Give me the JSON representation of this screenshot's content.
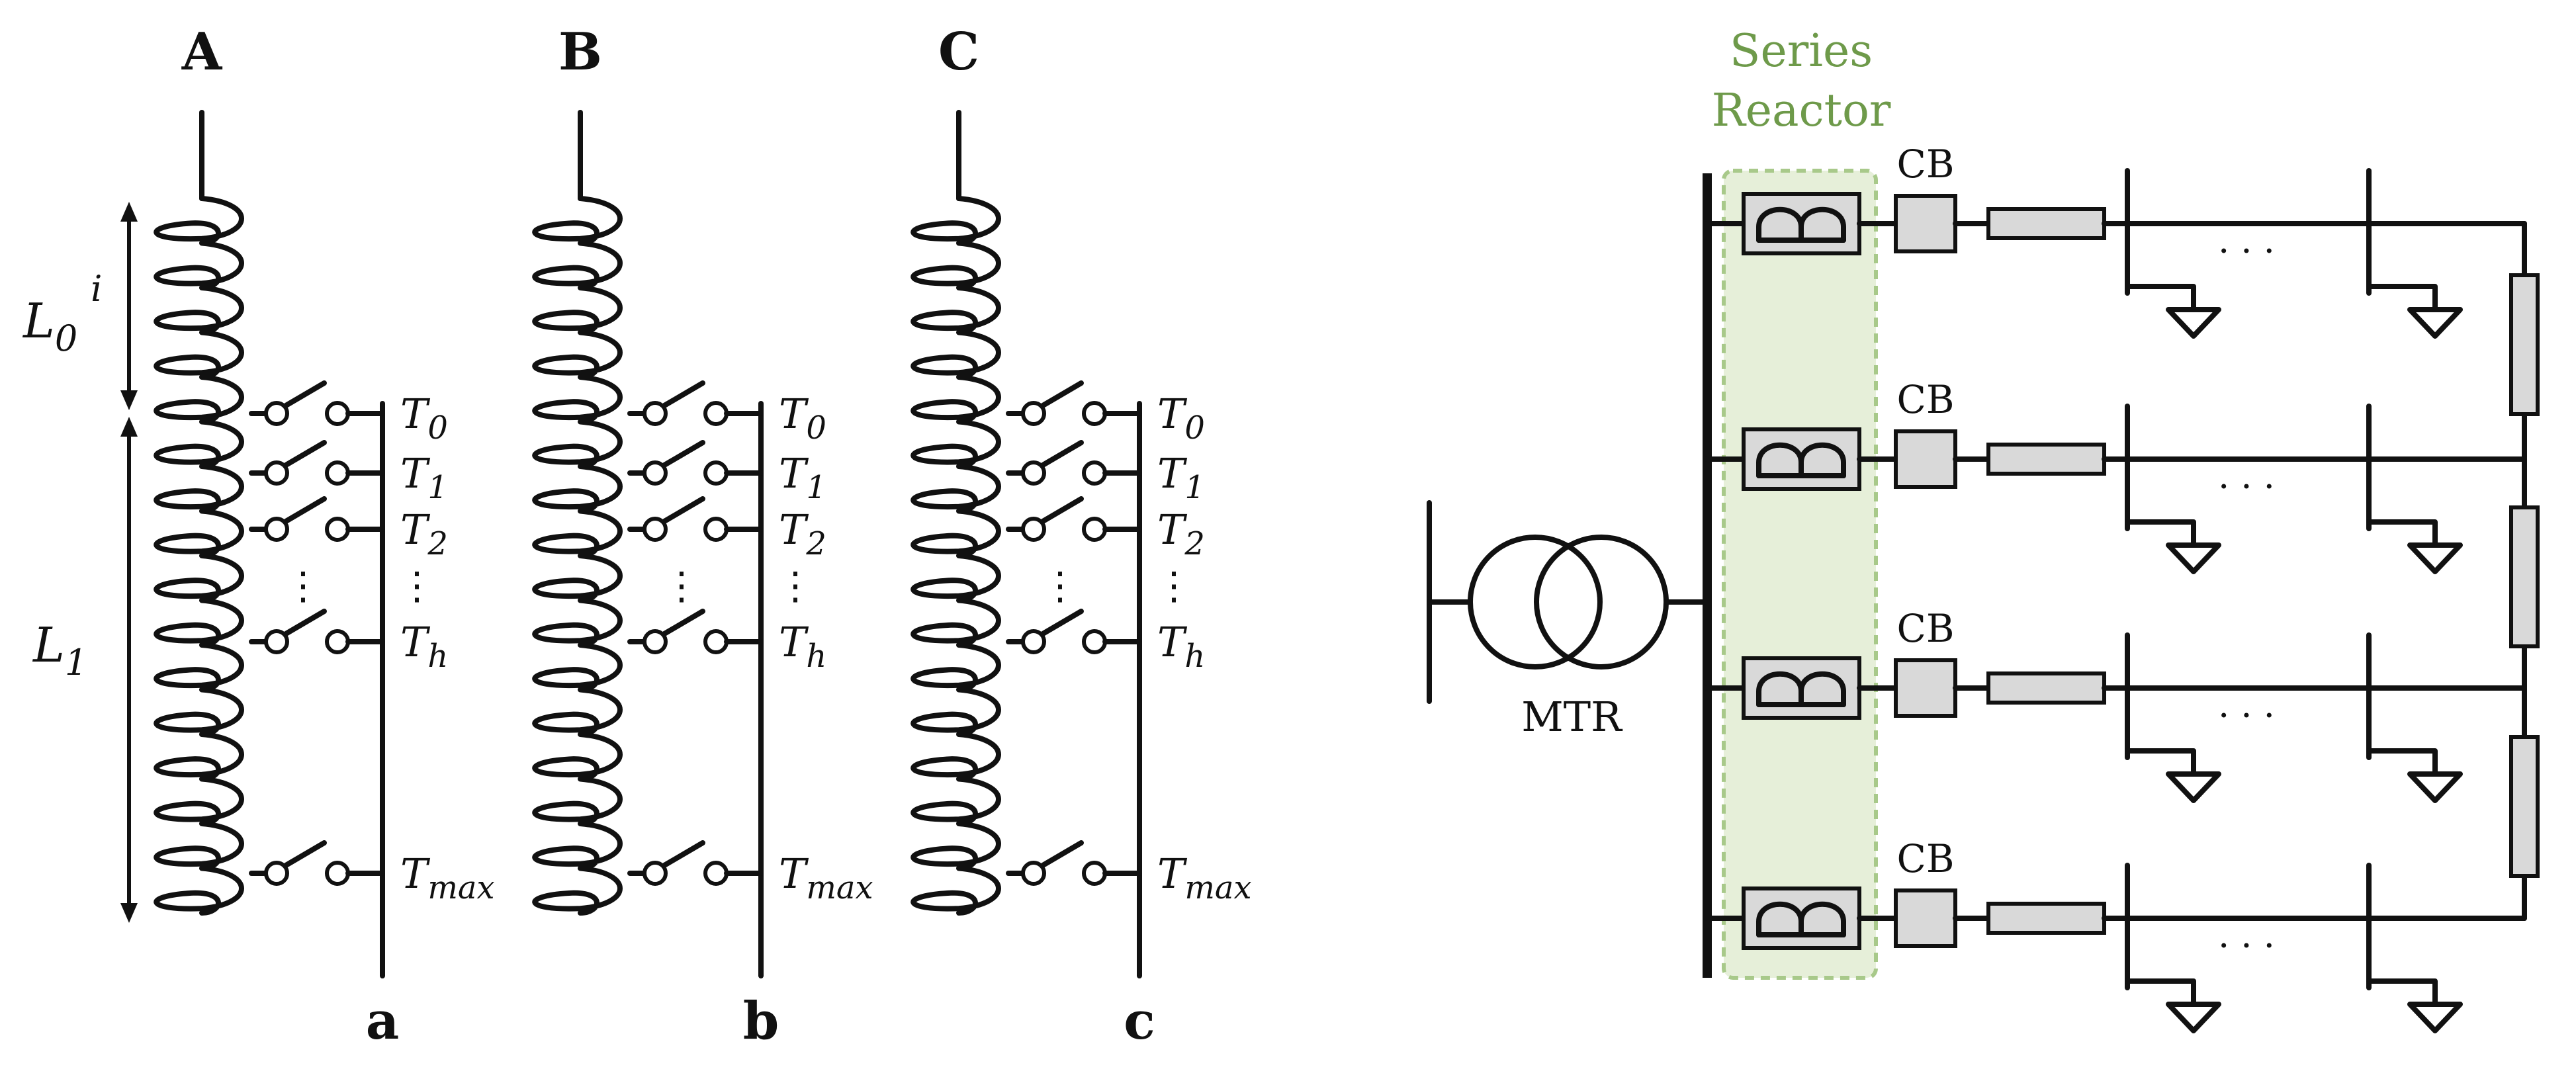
{
  "tap_changer": {
    "phases": [
      {
        "top": "A",
        "bottom": "a"
      },
      {
        "top": "B",
        "bottom": "b"
      },
      {
        "top": "C",
        "bottom": "c"
      }
    ],
    "taps": [
      {
        "sym": "T",
        "sub": "0"
      },
      {
        "sym": "T",
        "sub": "1"
      },
      {
        "sym": "T",
        "sub": "2"
      },
      {
        "sym": "T",
        "sub": "h"
      },
      {
        "sym": "T",
        "sub": "max"
      }
    ],
    "ellipsis": "⋮",
    "l0": {
      "sym": "L",
      "sub": "0",
      "sup": "i"
    },
    "l1": {
      "sym": "L",
      "sub": "1"
    }
  },
  "distribution": {
    "reactor_label_line1": "Series",
    "reactor_label_line2": "Reactor",
    "breaker_label": "CB",
    "transformer_label": "MTR",
    "dots": "· · ·",
    "feeder_count": 4,
    "highlight_color": "#e6efd9",
    "highlight_border": "#a8c98a"
  }
}
